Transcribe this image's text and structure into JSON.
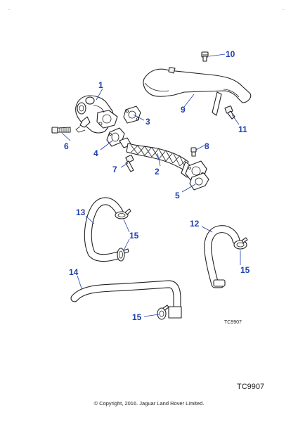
{
  "diagram": {
    "callouts": [
      {
        "id": "1",
        "label": "1"
      },
      {
        "id": "2",
        "label": "2"
      },
      {
        "id": "3",
        "label": "3"
      },
      {
        "id": "4",
        "label": "4"
      },
      {
        "id": "5",
        "label": "5"
      },
      {
        "id": "6",
        "label": "6"
      },
      {
        "id": "7",
        "label": "7"
      },
      {
        "id": "8",
        "label": "8"
      },
      {
        "id": "9",
        "label": "9"
      },
      {
        "id": "10",
        "label": "10"
      },
      {
        "id": "11",
        "label": "11"
      },
      {
        "id": "12",
        "label": "12"
      },
      {
        "id": "13",
        "label": "13"
      },
      {
        "id": "14",
        "label": "14"
      },
      {
        "id": "15a",
        "label": "15"
      },
      {
        "id": "15b",
        "label": "15"
      },
      {
        "id": "15c",
        "label": "15"
      }
    ],
    "ref_code_small": "TC9907",
    "ref_code_large": "TC9907",
    "copyright": "© Copyright, 2016. Jaguar Land Rover Limited.",
    "colors": {
      "callout": "#1e3fae",
      "line": "#222222"
    }
  }
}
